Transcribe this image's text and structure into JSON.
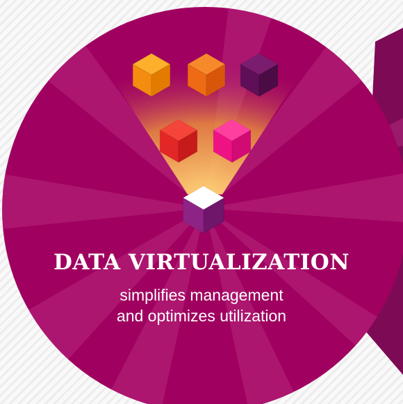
{
  "headline": "DATA VIRTUALIZATION",
  "subline_1": "simplifies management",
  "subline_2": "and optimizes utilization",
  "colors": {
    "circle": "#a0005f",
    "circle_ray": "#b5237a",
    "background_stripe_light": "#f9f9f9",
    "background_stripe_dark": "#ececec",
    "beam": "#f3a23a",
    "text": "#ffffff"
  },
  "icons": {
    "top_row": [
      "cube-orange-icon",
      "cube-dark-orange-icon",
      "cube-purple-icon"
    ],
    "middle_row": [
      "cube-red-icon",
      "cube-pink-icon"
    ],
    "target": "cube-virtual-icon"
  },
  "cube_colors": {
    "orange": [
      "#fcb02b",
      "#f48c0f",
      "#e27b00"
    ],
    "dark_orange": [
      "#f68a2b",
      "#ef6a14",
      "#d8560a"
    ],
    "purple": [
      "#7a1d6f",
      "#5e0f57",
      "#4b0b45"
    ],
    "red": [
      "#f5443a",
      "#e32626",
      "#c71a1a"
    ],
    "pink": [
      "#ff3fa0",
      "#ee1285",
      "#d10a74"
    ],
    "virtual": [
      "#ffffff",
      "#8e2386",
      "#6f156a"
    ]
  }
}
